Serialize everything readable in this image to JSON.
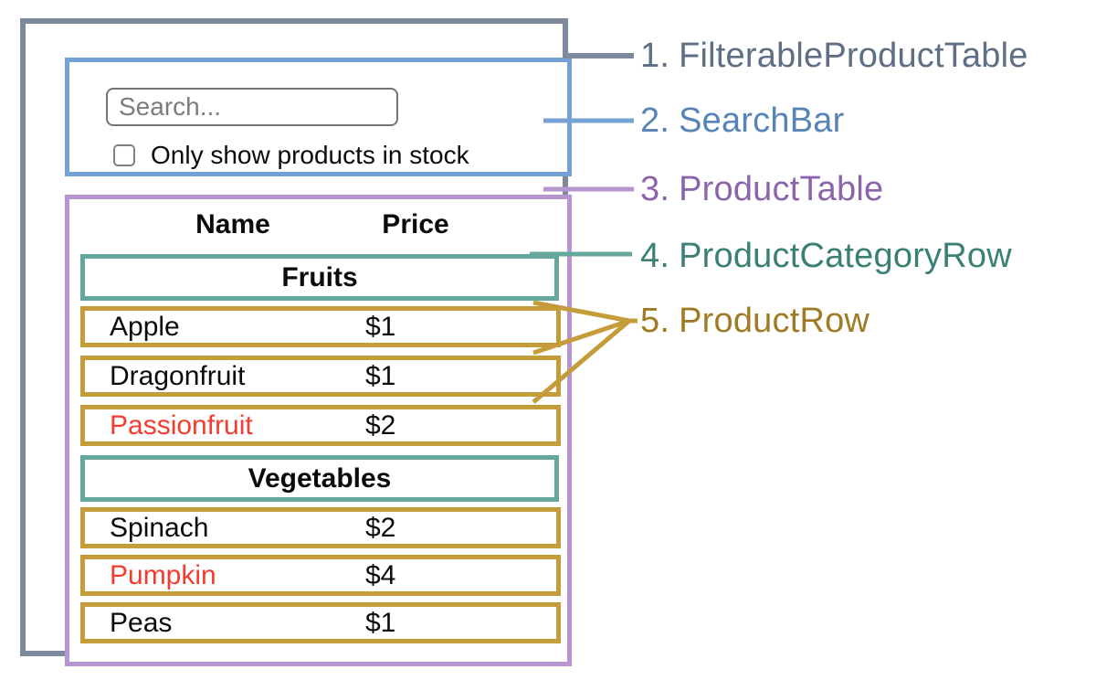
{
  "diagram": {
    "search_bar": {
      "input_placeholder": "Search...",
      "checkbox_label": "Only show products in stock",
      "checkbox_checked": false
    },
    "table": {
      "columns": {
        "name": "Name",
        "price": "Price"
      },
      "sections": [
        {
          "category": "Fruits",
          "rows": [
            {
              "name": "Apple",
              "price": "$1",
              "out_of_stock": false
            },
            {
              "name": "Dragonfruit",
              "price": "$1",
              "out_of_stock": false
            },
            {
              "name": "Passionfruit",
              "price": "$2",
              "out_of_stock": true
            }
          ]
        },
        {
          "category": "Vegetables",
          "rows": [
            {
              "name": "Spinach",
              "price": "$2",
              "out_of_stock": false
            },
            {
              "name": "Pumpkin",
              "price": "$4",
              "out_of_stock": true
            },
            {
              "name": "Peas",
              "price": "$1",
              "out_of_stock": false
            }
          ]
        }
      ]
    },
    "legend": [
      {
        "number": "1.",
        "name": "FilterableProductTable",
        "color": "#5e6e84"
      },
      {
        "number": "2.",
        "name": "SearchBar",
        "color": "#5784b7"
      },
      {
        "number": "3.",
        "name": "ProductTable",
        "color": "#8c64ab"
      },
      {
        "number": "4.",
        "name": "ProductCategoryRow",
        "color": "#3a8174"
      },
      {
        "number": "5.",
        "name": "ProductRow",
        "color": "#9f7c24"
      }
    ],
    "colors": {
      "filterable_product_table_border": "#7d8a9d",
      "search_bar_border": "#74a2d4",
      "product_table_border": "#b795d0",
      "product_category_row_border": "#64a89b",
      "product_row_border": "#c49c3a",
      "out_of_stock_text": "#f43b2d"
    }
  }
}
